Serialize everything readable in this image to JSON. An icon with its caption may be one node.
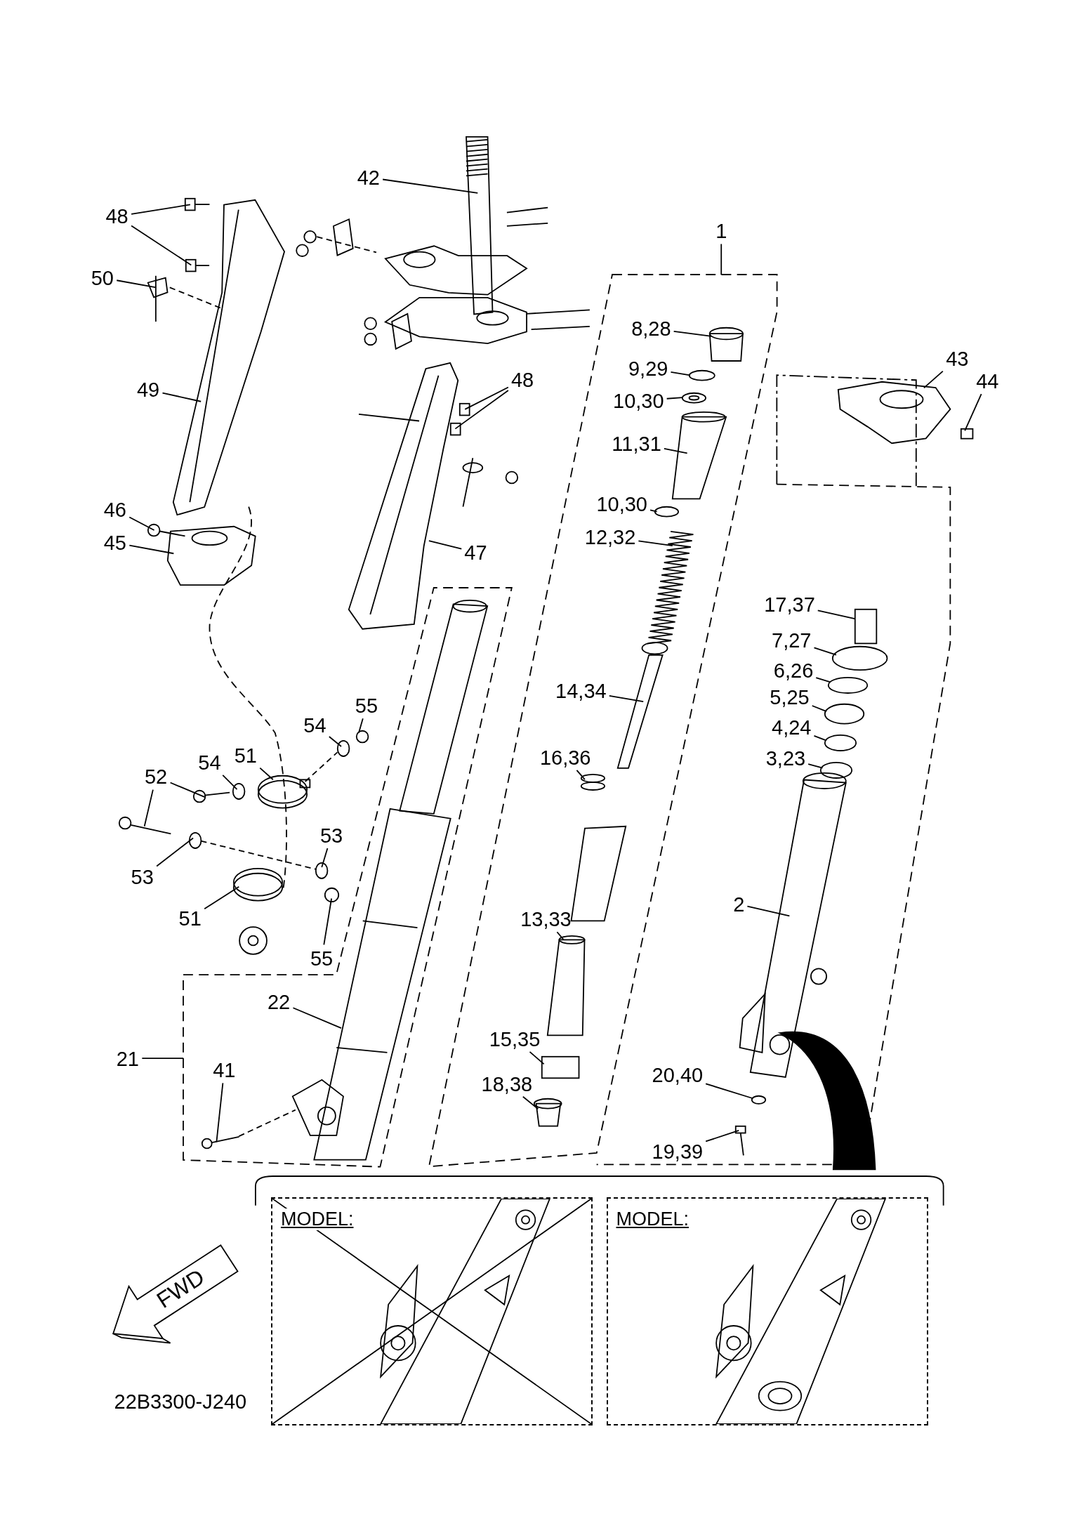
{
  "diagram": {
    "nodes": [
      {
        "text": [
          "42"
        ]
      },
      {
        "text": [
          "48"
        ]
      },
      {
        "text": [
          "50"
        ]
      },
      {
        "text": [
          "49"
        ]
      },
      {
        "text": [
          "46"
        ]
      },
      {
        "text": [
          "45"
        ]
      },
      {
        "text": [
          "48"
        ]
      },
      {
        "text": [
          "47"
        ]
      },
      {
        "text": [
          "8,28"
        ],
        "in": 43
      },
      {
        "text": [
          "9,29"
        ],
        "in": 43
      },
      {
        "text": [
          "10,30"
        ],
        "in": 43
      },
      {
        "text": [
          "11,31"
        ],
        "in": 43
      },
      {
        "text": [
          "10,30"
        ],
        "in": 43
      },
      {
        "text": [
          "12,32"
        ],
        "in": 43
      },
      {
        "text": [
          "43"
        ]
      },
      {
        "text": [
          "44"
        ]
      },
      {
        "text": [
          "17,37"
        ]
      },
      {
        "text": [
          "7,27"
        ]
      },
      {
        "text": [
          "6,26"
        ]
      },
      {
        "text": [
          "5,25"
        ]
      },
      {
        "text": [
          "4,24"
        ]
      },
      {
        "text": [
          "3,23"
        ]
      },
      {
        "text": [
          "14,34"
        ],
        "in": 43
      },
      {
        "text": [
          "16,36"
        ],
        "in": 43
      },
      {
        "text": [
          "2"
        ]
      },
      {
        "text": [
          "13,33"
        ],
        "in": 43
      },
      {
        "text": [
          "15,35"
        ],
        "in": 43
      },
      {
        "text": [
          "18,38"
        ],
        "in": 43
      },
      {
        "text": [
          "20,40"
        ]
      },
      {
        "text": [
          "19,39"
        ]
      },
      {
        "text": [
          "55"
        ]
      },
      {
        "text": [
          "54"
        ]
      },
      {
        "text": [
          "51"
        ]
      },
      {
        "text": [
          "52"
        ]
      },
      {
        "text": [
          "54"
        ]
      },
      {
        "text": [
          "53"
        ]
      },
      {
        "text": [
          "53"
        ]
      },
      {
        "text": [
          "51"
        ]
      },
      {
        "text": [
          "55"
        ]
      },
      {
        "text": [
          "22"
        ],
        "in": 44
      },
      {
        "text": [
          "21"
        ]
      },
      {
        "text": [
          "41"
        ],
        "in": 44
      },
      {
        "text": [
          "1"
        ]
      },
      {
        "text": [],
        "shape": "box"
      },
      {
        "text": [],
        "shape": "box"
      },
      {
        "text": [
          "MODEL:"
        ]
      },
      {
        "text": [
          "MODEL:"
        ]
      },
      {
        "text": [],
        "shape": "picture"
      },
      {
        "text": [],
        "shape": "picture"
      },
      {
        "text": [],
        "shape": "picture"
      },
      {
        "text": [],
        "shape": "picture"
      },
      {
        "text": [],
        "shape": "picture"
      },
      {
        "text": [],
        "shape": "picture"
      },
      {
        "text": [],
        "shape": "picture"
      },
      {
        "text": [],
        "shape": "box"
      },
      {
        "text": [],
        "shape": "box"
      },
      {
        "text": [],
        "shape": "picture"
      },
      {
        "text": [],
        "shape": "cylinder",
        "in": 43
      },
      {
        "text": [],
        "shape": "circle",
        "in": 43
      },
      {
        "text": [],
        "shape": "circle",
        "in": 43
      },
      {
        "text": [],
        "shape": "picture",
        "in": 43
      },
      {
        "text": [],
        "shape": "circle",
        "in": 43
      },
      {
        "text": [],
        "shape": "picture",
        "in": 43
      },
      {
        "text": [],
        "shape": "picture"
      },
      {
        "text": [],
        "shape": "box"
      },
      {
        "text": [],
        "shape": "box"
      },
      {
        "text": [],
        "shape": "circle"
      },
      {
        "text": [],
        "shape": "circle"
      },
      {
        "text": [],
        "shape": "circle"
      },
      {
        "text": [],
        "shape": "circle"
      },
      {
        "text": [],
        "shape": "circle"
      },
      {
        "text": [],
        "shape": "picture",
        "in": 43
      },
      {
        "text": [],
        "shape": "circle",
        "in": 43
      },
      {
        "text": [],
        "shape": "picture"
      },
      {
        "text": [],
        "shape": "picture",
        "in": 43
      },
      {
        "text": [],
        "shape": "box",
        "in": 43
      },
      {
        "text": [],
        "shape": "cylinder",
        "in": 43
      },
      {
        "text": [],
        "shape": "circle"
      },
      {
        "text": [],
        "shape": "picture"
      },
      {
        "text": [],
        "shape": "circle"
      },
      {
        "text": [],
        "shape": "circle"
      },
      {
        "text": [],
        "shape": "circle"
      },
      {
        "text": [],
        "shape": "picture"
      },
      {
        "text": [],
        "shape": "picture"
      },
      {
        "text": [],
        "shape": "circle"
      },
      {
        "text": [],
        "shape": "circle"
      },
      {
        "text": [],
        "shape": "circle"
      },
      {
        "text": [],
        "shape": "picture"
      },
      {
        "text": [],
        "shape": "circle"
      },
      {
        "text": [],
        "shape": "picture",
        "in": 44
      },
      {
        "text": [],
        "shape": "picture",
        "in": 44
      }
    ],
    "edges": [
      {
        "from": 0,
        "to": 47,
        "arrow": "none"
      },
      {
        "from": 1,
        "to": 48,
        "arrow": "none"
      },
      {
        "from": 1,
        "to": 49,
        "arrow": "none"
      },
      {
        "from": 2,
        "to": 50,
        "arrow": "none"
      },
      {
        "from": 3,
        "to": 51,
        "arrow": "none"
      },
      {
        "from": 4,
        "to": 52,
        "arrow": "none"
      },
      {
        "from": 5,
        "to": 53,
        "arrow": "none"
      },
      {
        "from": 6,
        "to": 54,
        "arrow": "none"
      },
      {
        "from": 6,
        "to": 55,
        "arrow": "none"
      },
      {
        "from": 7,
        "to": 56,
        "arrow": "none"
      },
      {
        "from": 8,
        "to": 57,
        "arrow": "none"
      },
      {
        "from": 9,
        "to": 58,
        "arrow": "none"
      },
      {
        "from": 10,
        "to": 59,
        "arrow": "none"
      },
      {
        "from": 11,
        "to": 60,
        "arrow": "none"
      },
      {
        "from": 12,
        "to": 61,
        "arrow": "none"
      },
      {
        "from": 13,
        "to": 62,
        "arrow": "none"
      },
      {
        "from": 14,
        "to": 63,
        "arrow": "none"
      },
      {
        "from": 15,
        "to": 64,
        "arrow": "none"
      },
      {
        "from": 16,
        "to": 65,
        "arrow": "none"
      },
      {
        "from": 17,
        "to": 66,
        "arrow": "none"
      },
      {
        "from": 18,
        "to": 67,
        "arrow": "none"
      },
      {
        "from": 19,
        "to": 68,
        "arrow": "none"
      },
      {
        "from": 20,
        "to": 69,
        "arrow": "none"
      },
      {
        "from": 21,
        "to": 70,
        "arrow": "none"
      },
      {
        "from": 22,
        "to": 71,
        "arrow": "none"
      },
      {
        "from": 23,
        "to": 72,
        "arrow": "none"
      },
      {
        "from": 24,
        "to": 73,
        "arrow": "none"
      },
      {
        "from": 25,
        "to": 74,
        "arrow": "none"
      },
      {
        "from": 26,
        "to": 75,
        "arrow": "none"
      },
      {
        "from": 27,
        "to": 76,
        "arrow": "none"
      },
      {
        "from": 28,
        "to": 77,
        "arrow": "none"
      },
      {
        "from": 29,
        "to": 78,
        "arrow": "none"
      },
      {
        "from": 30,
        "to": 79,
        "arrow": "none"
      },
      {
        "from": 31,
        "to": 80,
        "arrow": "none"
      },
      {
        "from": 32,
        "to": 81,
        "arrow": "none"
      },
      {
        "from": 33,
        "to": 82,
        "arrow": "none"
      },
      {
        "from": 33,
        "to": 83,
        "arrow": "none"
      },
      {
        "from": 34,
        "to": 84,
        "arrow": "none"
      },
      {
        "from": 35,
        "to": 85,
        "arrow": "none"
      },
      {
        "from": 36,
        "to": 86,
        "arrow": "none"
      },
      {
        "from": 37,
        "to": 87,
        "arrow": "none"
      },
      {
        "from": 38,
        "to": 88,
        "arrow": "none"
      },
      {
        "from": 39,
        "to": 89,
        "arrow": "none"
      },
      {
        "from": 40,
        "to": 44,
        "arrow": "none"
      },
      {
        "from": 41,
        "to": 90,
        "arrow": "none"
      },
      {
        "from": 42,
        "to": 43,
        "arrow": "none"
      },
      {
        "from": 50,
        "to": 51,
        "arrow": "none",
        "style": "dashed"
      },
      {
        "from": 81,
        "to": 80,
        "arrow": "none",
        "style": "dashed"
      },
      {
        "from": 86,
        "to": 85,
        "arrow": "none",
        "style": "dashed"
      },
      {
        "from": 90,
        "to": 89,
        "arrow": "none",
        "style": "dashed"
      }
    ],
    "labels": [
      "FWD",
      "22B3300-J240"
    ]
  }
}
